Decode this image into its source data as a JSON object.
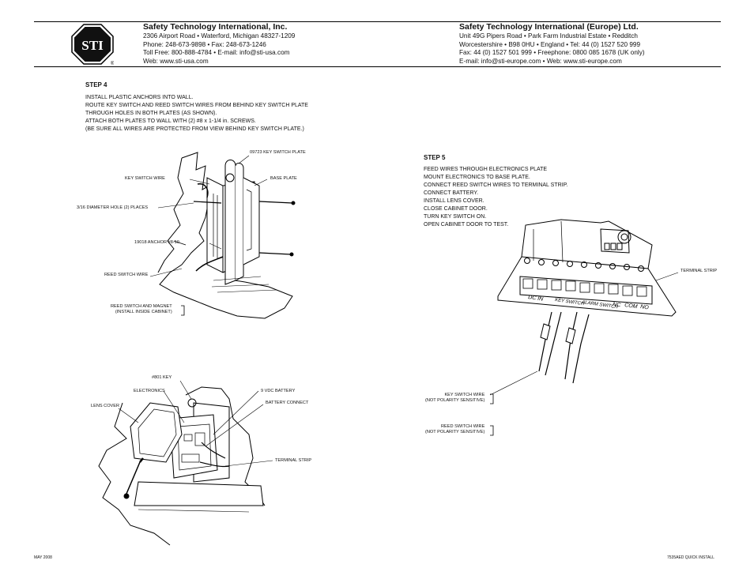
{
  "header": {
    "logo_text": "STI",
    "logo_mark": "®",
    "us": {
      "name": "Safety Technology International, Inc.",
      "lines": [
        "2306 Airport Road • Waterford, Michigan 48327-1209",
        "Phone: 248-673-9898 • Fax: 248-673-1246",
        "Toll Free: 800-888-4784 • E-mail: info@sti-usa.com",
        "Web: www.sti-usa.com"
      ]
    },
    "eu": {
      "name": "Safety Technology International (Europe) Ltd.",
      "lines": [
        "Unit 49G Pipers Road • Park Farm Industrial Estate • Redditch",
        "Worcestershire • B98 0HU • England • Tel: 44 (0) 1527 520 999",
        "Fax: 44 (0) 1527 501 999 • Freephone: 0800 085 1678 (UK only)",
        "E-mail: info@sti-europe.com • Web: www.sti-europe.com"
      ]
    }
  },
  "step4": {
    "title": "STEP 4",
    "lines": [
      "INSTALL PLASTIC ANCHORS INTO WALL.",
      "ROUTE KEY SWITCH AND REED SWITCH WIRES FROM BEHIND KEY SWITCH PLATE",
      "THROUGH HOLES IN BOTH PLATES (AS SHOWN).",
      "ATTACH BOTH PLATES TO WALL WITH (2) #8 x 1-1/4 in. SCREWS.",
      "(BE SURE ALL WIRES ARE PROTECTED FROM VIEW BEHIND KEY SWITCH PLATE.)"
    ],
    "labels": {
      "key_switch_plate": "09723 KEY SWITCH PLATE",
      "key_switch_wire": "KEY SWITCH WIRE",
      "base_plate": "BASE PLATE",
      "diameter_hole": "3/16 DIAMETER HOLE (2) PLACES",
      "anchor": "19018 ANCHOR #8-10",
      "reed_switch_wire": "REED SWITCH WIRE",
      "reed_magnet_1": "REED SWITCH AND MAGNET",
      "reed_magnet_2": "(INSTALL INSIDE CABINET)"
    }
  },
  "step5": {
    "title": "STEP 5",
    "lines": [
      "FEED WIRES THROUGH ELECTRONICS PLATE",
      "MOUNT ELECTRONICS TO BASE PLATE.",
      "CONNECT REED SWITCH WIRES TO TERMINAL STRIP.",
      "CONNECT BATTERY.",
      "INSTALL LENS COVER.",
      "CLOSE CABINET DOOR.",
      "TURN KEY SWITCH ON.",
      "OPEN CABINET DOOR TO TEST."
    ],
    "labels": {
      "terminal_strip": "TERMINAL STRIP",
      "key_switch_wire_1": "KEY SWITCH WIRE",
      "key_switch_wire_2": "(NOT POLARITY SENSITIVE)",
      "reed_switch_wire_1": "REED SWITCH WIRE",
      "reed_switch_wire_2": "(NOT POLARITY SENSITIVE)"
    },
    "terminals": [
      "DC IN",
      "KEY SWITCH",
      "ALARM SWITCH",
      "NC",
      "COM",
      "NO"
    ]
  },
  "assembly": {
    "labels": {
      "key": "#801 KEY",
      "electronics": "ELECTRONICS",
      "battery": "9 VDC BATTERY",
      "battery_connect": "BATTERY CONNECT",
      "lens_cover": "LENS COVER",
      "terminal_strip": "TERMINAL STRIP"
    }
  },
  "footer": {
    "date": "MAY 2008",
    "doc": "7535AED QUICK INSTALL"
  }
}
